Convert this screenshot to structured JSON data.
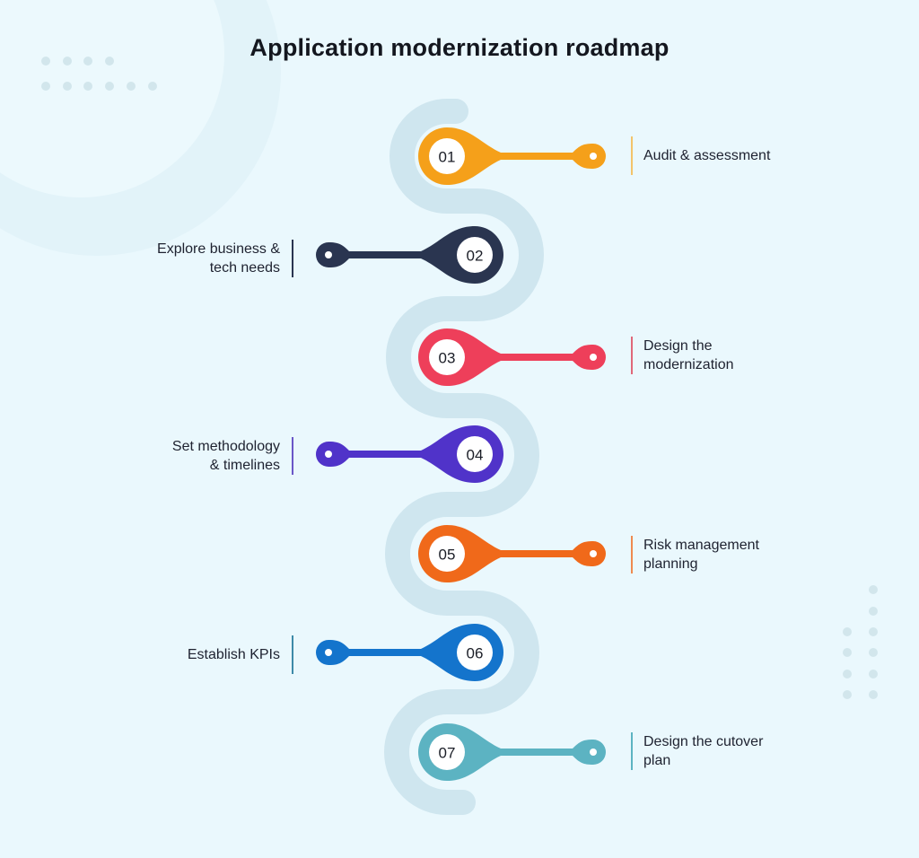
{
  "title": "Application modernization roadmap",
  "colors": {
    "background": "#eaf8fd",
    "path": "#cfe6ef",
    "decor_dots": "#cfe3ea"
  },
  "steps": [
    {
      "number": "01",
      "label_line1": "Audit & assessment",
      "label_line2": "",
      "side": "right",
      "color": "#f5a01a"
    },
    {
      "number": "02",
      "label_line1": "Explore business &",
      "label_line2": "tech needs",
      "side": "left",
      "color": "#2a3550"
    },
    {
      "number": "03",
      "label_line1": "Design the",
      "label_line2": "modernization",
      "side": "right",
      "color": "#ee3f5a"
    },
    {
      "number": "04",
      "label_line1": "Set methodology",
      "label_line2": "& timelines",
      "side": "left",
      "color": "#5033c9"
    },
    {
      "number": "05",
      "label_line1": "Risk management",
      "label_line2": "planning",
      "side": "right",
      "color": "#f0691a"
    },
    {
      "number": "06",
      "label_line1": "Establish KPIs",
      "label_line2": "",
      "side": "left",
      "color": "#1474cc"
    },
    {
      "number": "07",
      "label_line1": "Design the cutover",
      "label_line2": "plan",
      "side": "right",
      "color": "#5cb3c2"
    }
  ]
}
